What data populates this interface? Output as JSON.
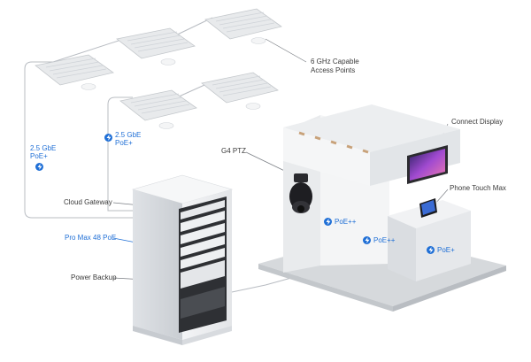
{
  "labels": {
    "access_points": [
      "6 GHz Capable",
      "Access Points"
    ],
    "connect_display": "Connect Display",
    "g4_ptz": "G4 PTZ",
    "phone_touch_max": "Phone Touch Max",
    "cloud_gateway": "Cloud Gateway",
    "pro_max_switch": "Pro Max 48 PoE",
    "power_backup": "Power Backup"
  },
  "poe_badges": {
    "left_uplink": [
      "2.5 GbE",
      "PoE+"
    ],
    "right_uplink": [
      "2.5 GbE",
      "PoE+"
    ],
    "camera": "PoE++",
    "display": "PoE++",
    "phone": "PoE+"
  },
  "icons": {
    "poe": "lightning-bolt-icon"
  },
  "colors": {
    "accent": "#1f6fd6",
    "label_text": "#3a3a3a",
    "device_body": "#eef0f2",
    "booth_wood": "#c8a27a"
  }
}
